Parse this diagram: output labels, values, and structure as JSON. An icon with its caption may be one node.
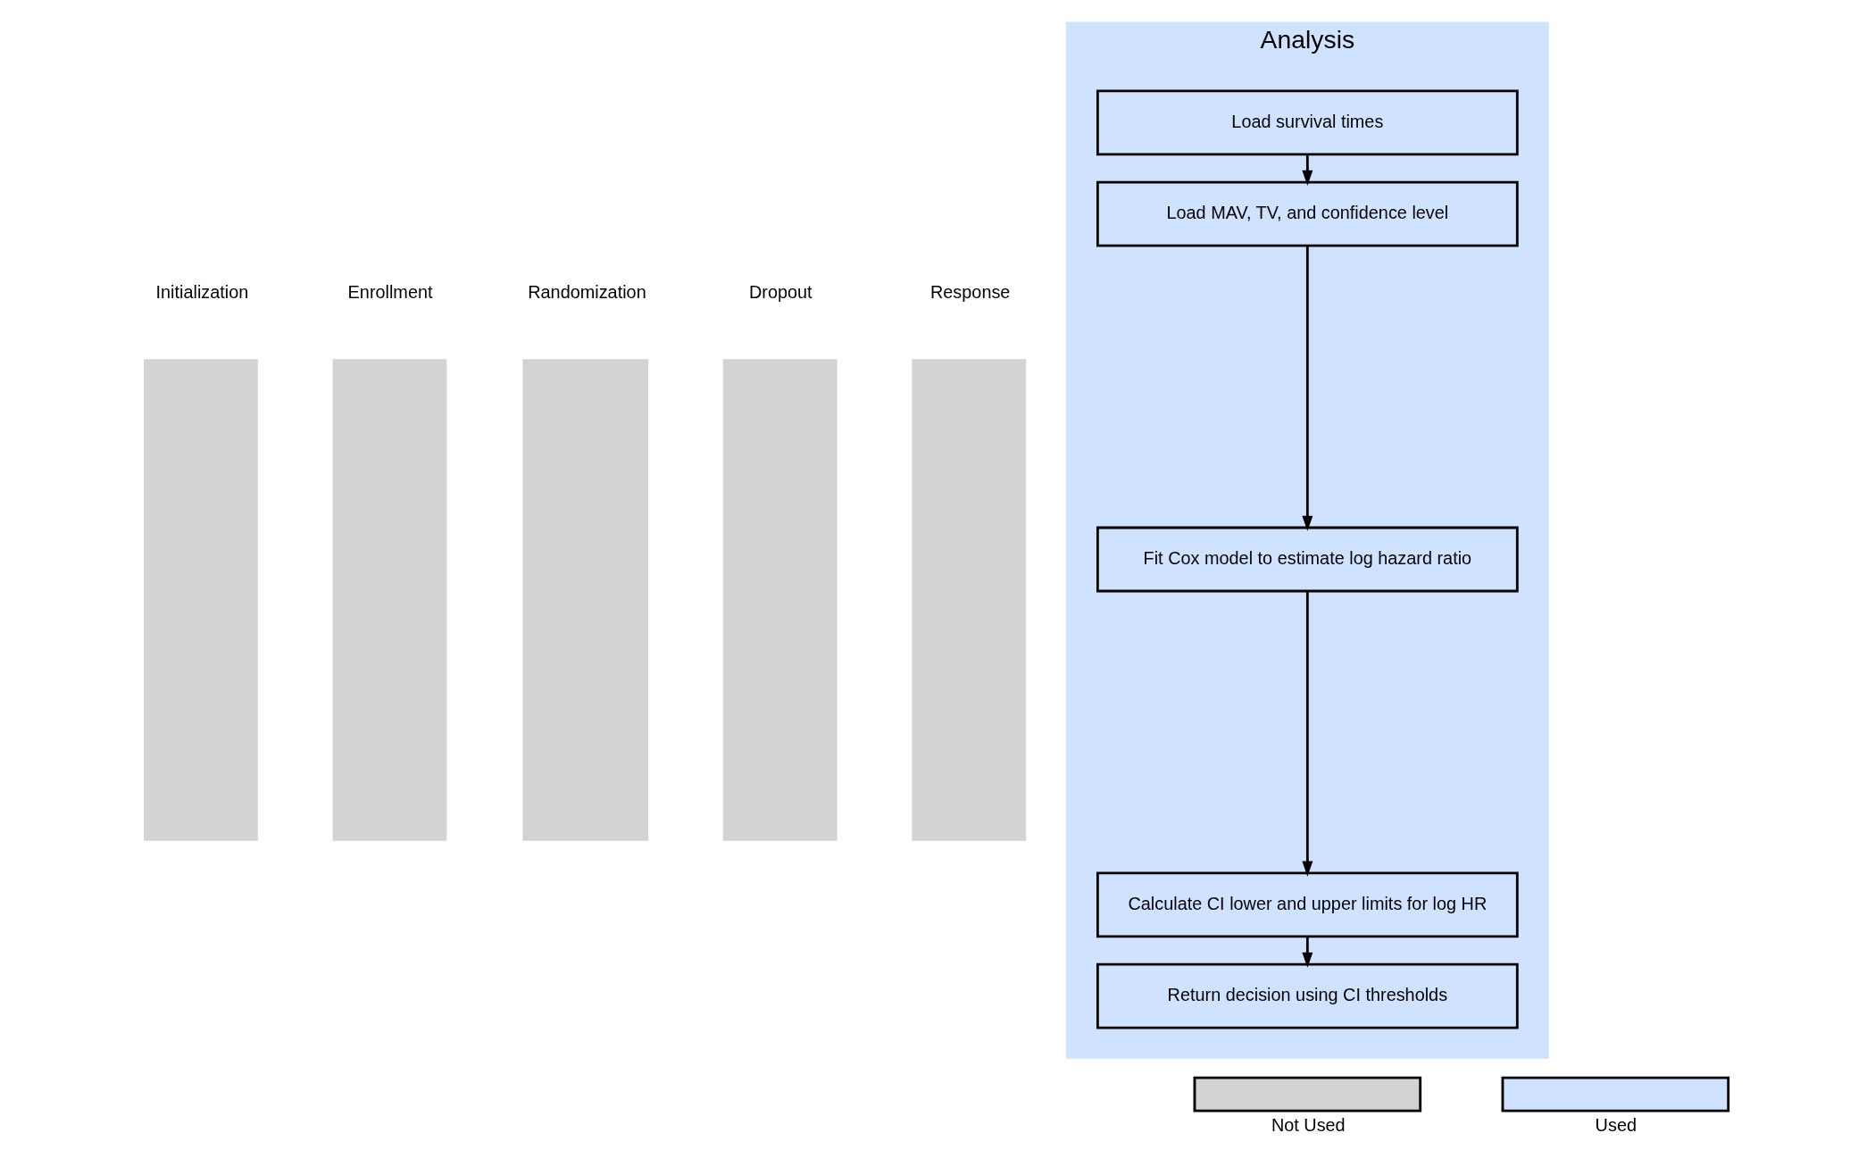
{
  "diagram": {
    "nodes": [
      {
        "text": [
          "Initialization"
        ]
      },
      {
        "text": [
          "Enrollment"
        ]
      },
      {
        "text": [
          "Randomization"
        ]
      },
      {
        "text": [
          "Dropout"
        ]
      },
      {
        "text": [
          "Response"
        ]
      },
      {
        "text": [
          "Analysis"
        ]
      },
      {
        "text": [
          "Load survival times"
        ],
        "in": 5
      },
      {
        "text": [
          "Load MAV, TV, and confidence level"
        ],
        "in": 5
      },
      {
        "text": [
          "Fit Cox model to estimate log hazard ratio"
        ],
        "in": 5
      },
      {
        "text": [
          "Calculate CI lower and upper limits for log HR"
        ],
        "in": 5
      },
      {
        "text": [
          "Return decision using CI thresholds"
        ],
        "in": 5
      }
    ],
    "edges": [
      {
        "from": 6,
        "to": 7,
        "arrow": "to"
      },
      {
        "from": 7,
        "to": 8,
        "arrow": "to"
      },
      {
        "from": 8,
        "to": 9,
        "arrow": "to"
      },
      {
        "from": 9,
        "to": 10,
        "arrow": "to"
      }
    ],
    "legend": [
      {
        "text": "Not Used",
        "color": "#d3d3d3"
      },
      {
        "text": "Used",
        "color": "#cfe2ff"
      }
    ]
  }
}
